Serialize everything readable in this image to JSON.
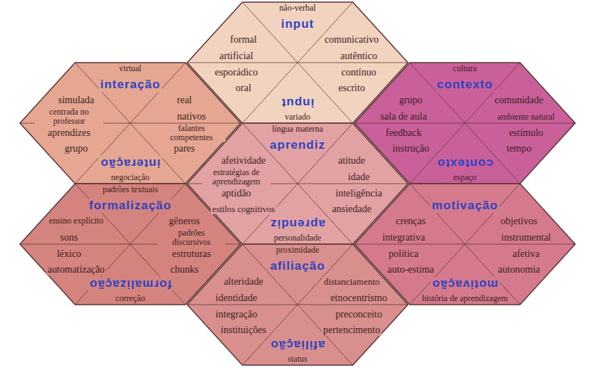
{
  "diagram": {
    "nodes": [
      {
        "text": [
          "não-verbal",
          "input",
          "formal",
          "comunicativo",
          "artificial",
          "autêntico",
          "esporádico",
          "contínuo",
          "oral",
          "escrito",
          "input",
          "variado"
        ]
      },
      {
        "text": [
          "virtual",
          "interação",
          "simulada",
          "real",
          "centrada no professor",
          "nativos",
          "aprendizes",
          "falantes competentes",
          "grupo",
          "pares",
          "interação",
          "negociação"
        ]
      },
      {
        "text": [
          "cultura",
          "contexto",
          "grupo",
          "comunidade",
          "sala de aula",
          "ambiente natural",
          "feedback",
          "estímulo",
          "instrução",
          "tempo",
          "contexto",
          "espaço"
        ]
      },
      {
        "text": [
          "língua materna",
          "aprendiz",
          "afetividade",
          "atitude",
          "estratégias de aprendizagem",
          "idade",
          "aptidão",
          "inteligência",
          "estilos cognitivos",
          "ansiedade",
          "aprendiz",
          "personalidade"
        ]
      },
      {
        "text": [
          "padrões textuais",
          "formalização",
          "ensino explícito",
          "gêneros",
          "sons",
          "padrões discursivos",
          "léxico",
          "estruturas",
          "automatização",
          "chunks",
          "formalização",
          "correção"
        ]
      },
      {
        "text": [
          "motivação",
          "crenças",
          "objetivos",
          "integrativa",
          "instrumental",
          "política",
          "afetiva",
          "auto-estima",
          "autonomia",
          "motivação",
          "história de aprendizagem"
        ]
      },
      {
        "text": [
          "proximidade",
          "afiliação",
          "alteridade",
          "distanciamento",
          "identidade",
          "etnocentrismo",
          "integração",
          "preconceito",
          "instituições",
          "pertencimento",
          "afiliação",
          "status"
        ]
      }
    ]
  }
}
